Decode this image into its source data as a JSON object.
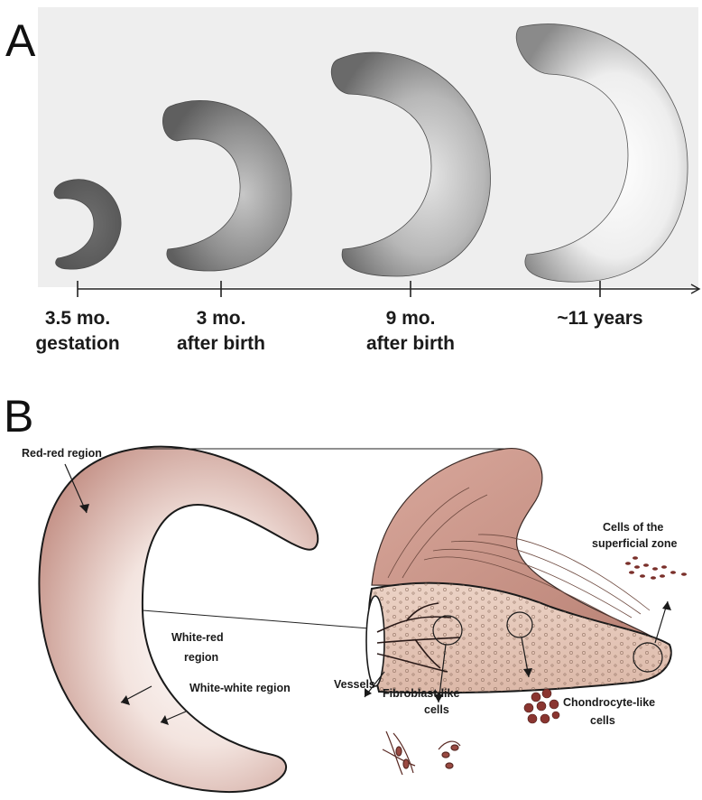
{
  "panel_a": {
    "letter": "A",
    "stages": [
      {
        "line1": "3.5 mo.",
        "line2": "gestation"
      },
      {
        "line1": "3 mo.",
        "line2": "after birth"
      },
      {
        "line1": "9 mo.",
        "line2": "after birth"
      },
      {
        "line1": "~11 years",
        "line2": ""
      }
    ]
  },
  "panel_b": {
    "letter": "B",
    "labels": {
      "red_red": "Red-red region",
      "white_red_1": "White-red",
      "white_red_2": "region",
      "white_white": "White-white region",
      "vessels": "Vessels",
      "fibroblast_1": "Fibroblast-like",
      "fibroblast_2": "cells",
      "chondrocyte_1": "Chondrocyte-like",
      "chondrocyte_2": "cells",
      "superficial_1": "Cells of the",
      "superficial_2": "superficial zone"
    }
  },
  "colors": {
    "timeline_background": "#eeeeee",
    "meniscus_pink": "#c9948a",
    "meniscus_light": "#f7ece8",
    "dark_grey": "#5a5a5a"
  }
}
